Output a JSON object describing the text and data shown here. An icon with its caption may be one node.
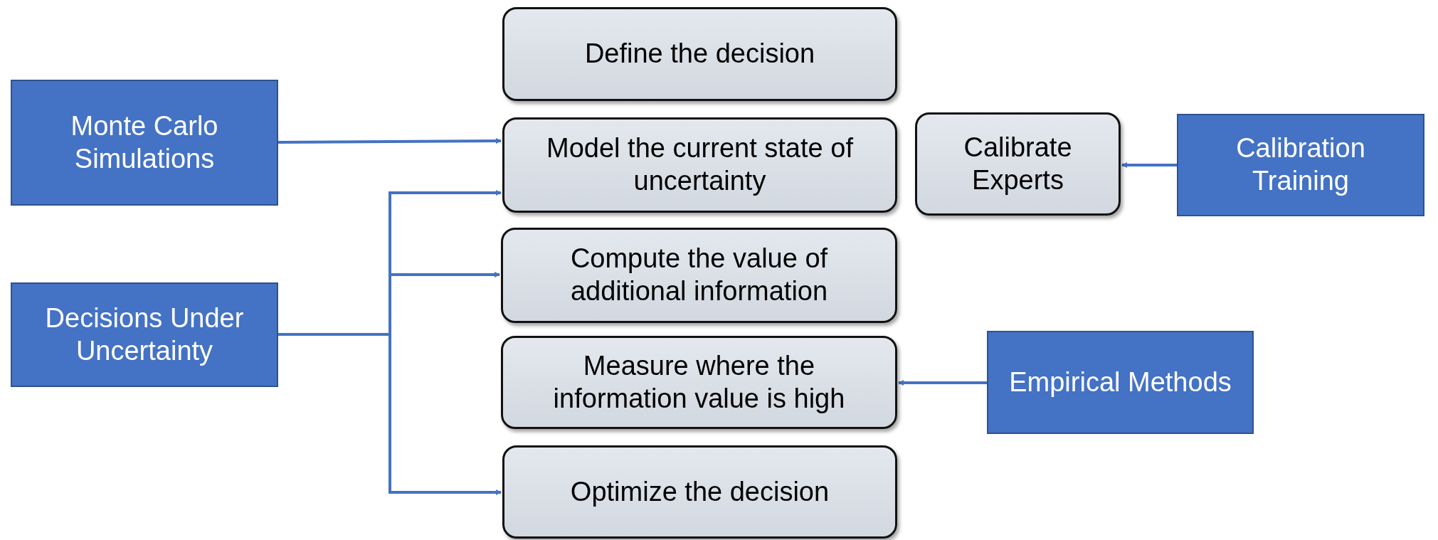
{
  "diagram": {
    "nodes": [
      {
        "text": [
          "Define the decision"
        ]
      },
      {
        "text": [
          "Model the current state of uncertainty"
        ]
      },
      {
        "text": [
          "Compute the value of additional information"
        ]
      },
      {
        "text": [
          "Measure where the information value is high"
        ]
      },
      {
        "text": [
          "Optimize the decision"
        ]
      },
      {
        "text": [
          "Calibrate Experts"
        ]
      },
      {
        "text": [
          "Monte Carlo Simulations"
        ]
      },
      {
        "text": [
          "Decisions Under Uncertainty"
        ]
      },
      {
        "text": [
          "Calibration Training"
        ]
      },
      {
        "text": [
          "Empirical Methods"
        ]
      }
    ],
    "edges": [
      {
        "from": 6,
        "to": 1,
        "arrow": "to"
      },
      {
        "from": 7,
        "to": 1,
        "arrow": "to"
      },
      {
        "from": 7,
        "to": 2,
        "arrow": "to"
      },
      {
        "from": 7,
        "to": 4,
        "arrow": "to"
      },
      {
        "from": 8,
        "to": 5,
        "arrow": "to"
      },
      {
        "from": 9,
        "to": 3,
        "arrow": "to"
      }
    ]
  }
}
